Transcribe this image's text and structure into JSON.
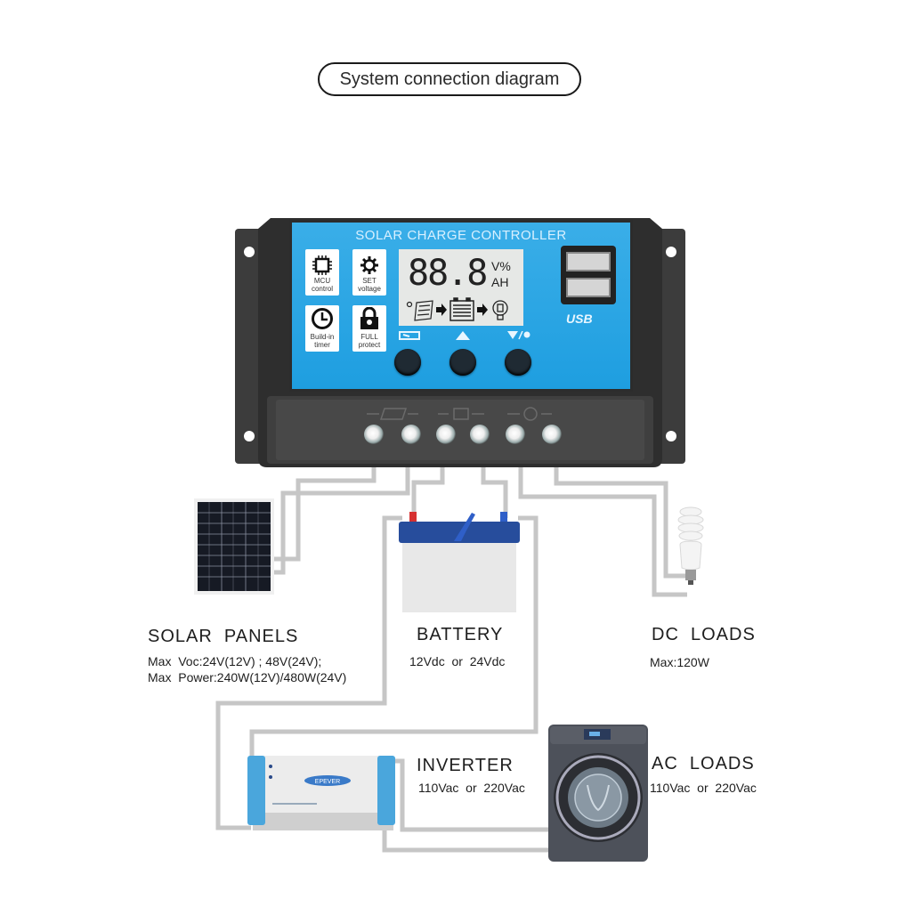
{
  "title": "System connection diagram",
  "controller": {
    "heading": "SOLAR CHARGE CONTROLLER",
    "features": [
      {
        "icon": "chip-icon",
        "label_1": "MCU",
        "label_2": "control"
      },
      {
        "icon": "gear-icon",
        "label_1": "SET",
        "label_2": "voltage"
      },
      {
        "icon": "clock-icon",
        "label_1": "Build-in",
        "label_2": "timer"
      },
      {
        "icon": "lock-icon",
        "label_1": "FULL",
        "label_2": "protect"
      }
    ],
    "lcd": {
      "digits": "88.8",
      "unit_top": "V%",
      "unit_bottom": "AH"
    },
    "usb_label": "USB",
    "buttons": [
      {
        "icon": "menu-icon"
      },
      {
        "icon": "up-arrow-icon"
      },
      {
        "icon": "down-arrow-light-icon"
      }
    ],
    "terminal_groups": [
      "solar-panel-icon",
      "battery-icon",
      "bulb-icon"
    ],
    "terminal_count": 6
  },
  "components": {
    "solar": {
      "name": "SOLAR  PANELS",
      "spec_1": "Max  Voc:24V(12V) ; 48V(24V);",
      "spec_2": "Max  Power:240W(12V)/480W(24V)"
    },
    "battery": {
      "name": "BATTERY",
      "spec": "12Vdc  or  24Vdc"
    },
    "dc_loads": {
      "name": "DC  LOADS",
      "spec": "Max:120W"
    },
    "inverter": {
      "name": "INVERTER",
      "spec": "110Vac  or  220Vac",
      "brand": "EPEVER"
    },
    "ac_loads": {
      "name": "AC  LOADS",
      "spec": "110Vac  or  220Vac"
    }
  },
  "colors": {
    "wire": "#c4c4c4",
    "panel_blue": "#1e9ee0",
    "controller_body": "#3a3a3a",
    "inverter_blue": "#4aa6dc",
    "battery_lid": "#274d9c"
  }
}
